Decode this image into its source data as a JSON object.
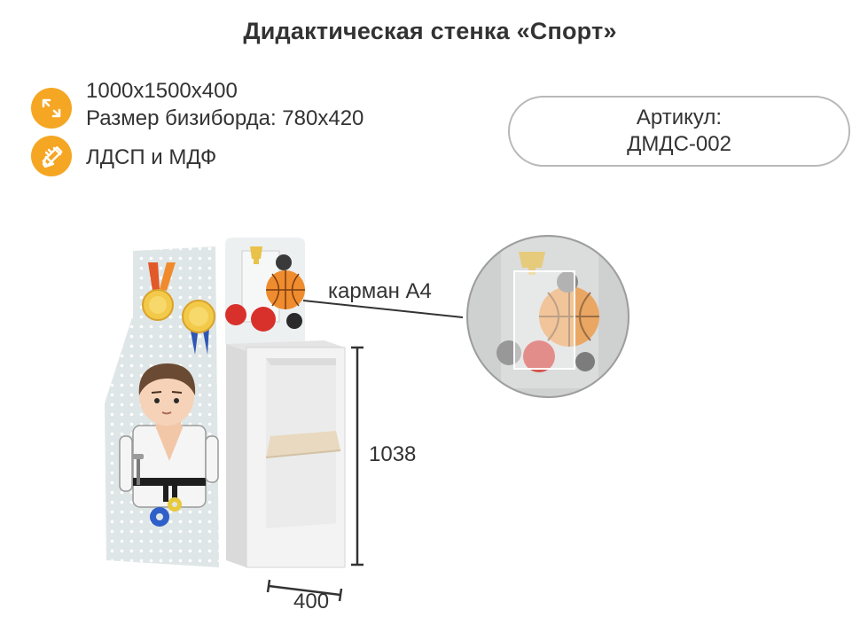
{
  "title": "Дидактическая стенка «Спорт»",
  "specs": {
    "dimensions": "1000х1500х400",
    "board_size": "Размер бизиборда: 780х420",
    "material": "ЛДСП и МДФ",
    "size_icon": "resize-arrows-icon",
    "material_icon": "pencil-ruler-icon"
  },
  "sku": {
    "label": "Артикул:",
    "value": "ДМДС-002"
  },
  "annotations": {
    "pocket": "карман А4",
    "height": "1038",
    "depth": "400"
  },
  "colors": {
    "accent": "#f5a623",
    "text": "#333333",
    "panel": "#dfe6e7",
    "cabinet": "#f1f1f1",
    "shelf": "#e8d9c0"
  }
}
